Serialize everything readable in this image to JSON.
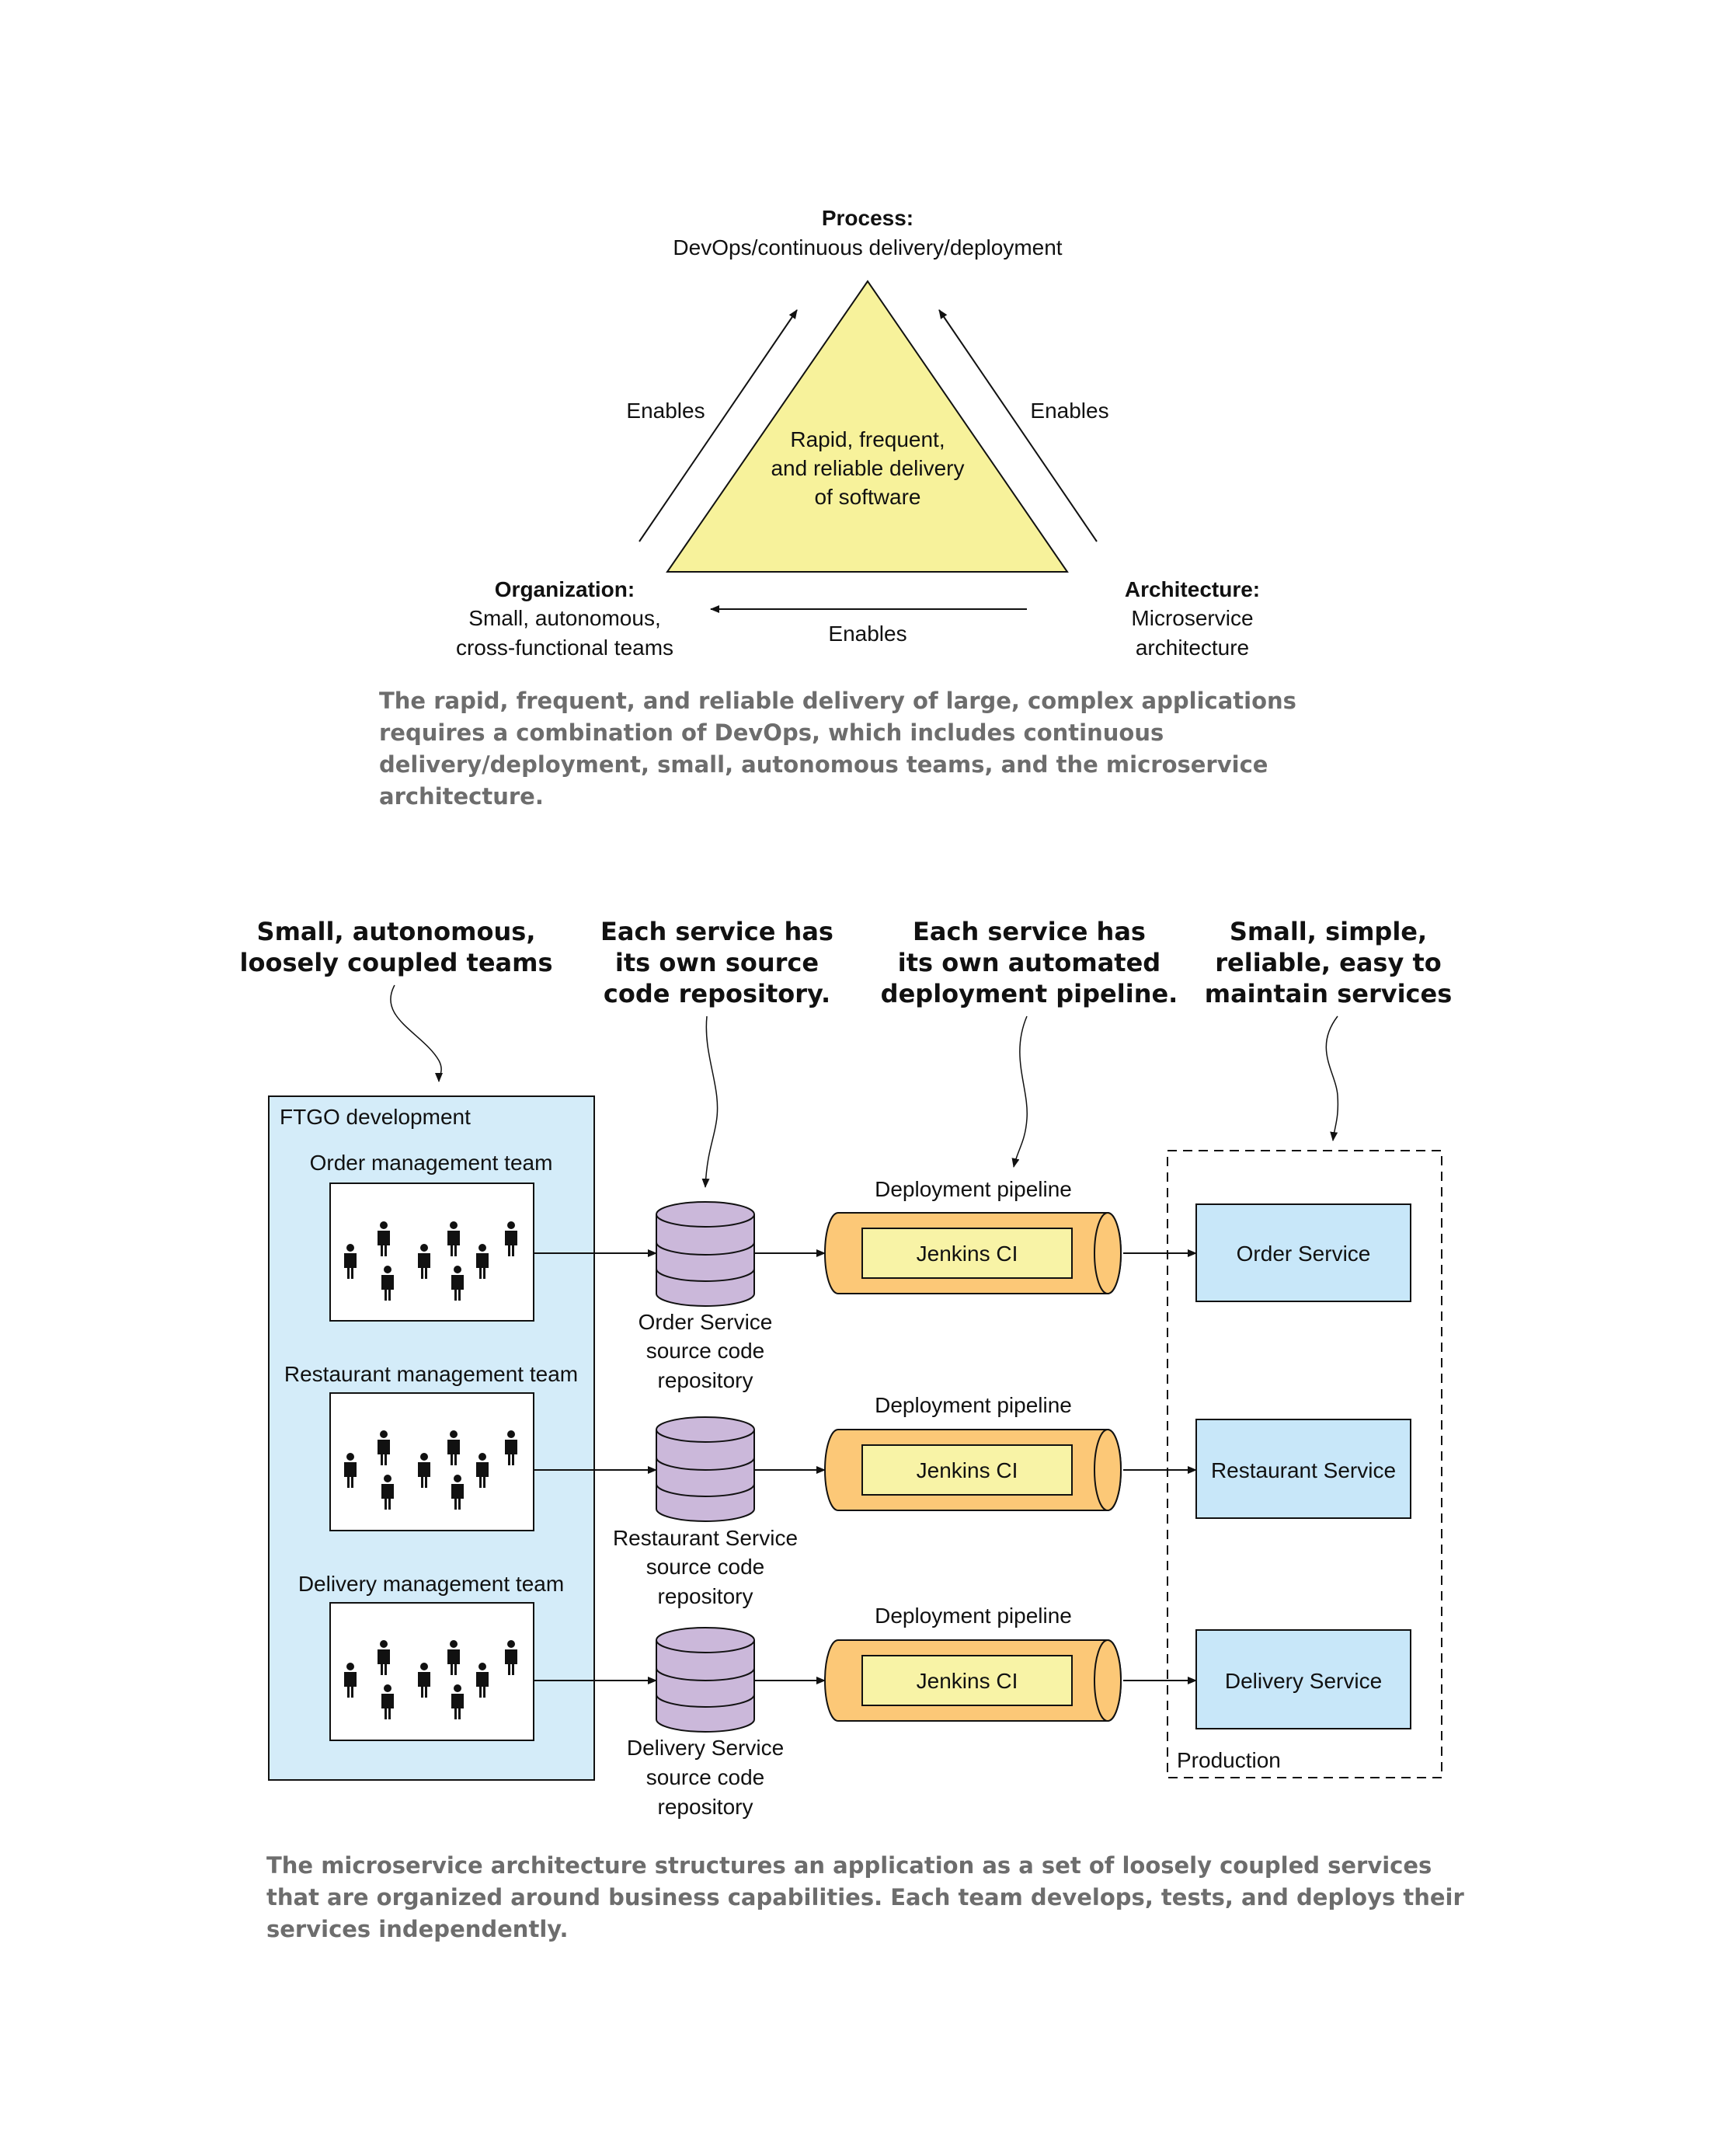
{
  "triangle": {
    "process_title": "Process:",
    "process_desc": "DevOps/continuous delivery/deployment",
    "center_text": [
      "Rapid, frequent,",
      "and reliable delivery",
      "of software"
    ],
    "enables_label": "Enables",
    "organization_title": "Organization:",
    "organization_desc": [
      "Small, autonomous,",
      "cross-functional teams"
    ],
    "architecture_title": "Architecture:",
    "architecture_desc": [
      "Microservice",
      "architecture"
    ],
    "fill_color": "#f7f29b"
  },
  "caption1": "The rapid, frequent, and reliable delivery of large, complex applications requires a combination of DevOps, which includes continuous delivery/deployment, small, autonomous teams, and the microservice architecture.",
  "annotations": {
    "teams": [
      "Small, autonomous,",
      "loosely coupled teams"
    ],
    "repo": [
      "Each service has",
      "its own source",
      "code repository."
    ],
    "pipeline": [
      "Each service has",
      "its own automated",
      "deployment pipeline."
    ],
    "services": [
      "Small, simple,",
      "reliable, easy to",
      "maintain services"
    ]
  },
  "ftgo": {
    "title": "FTGO development",
    "fill_color": "#d4ecf9",
    "teams": [
      {
        "label": "Order management team"
      },
      {
        "label": "Restaurant management team"
      },
      {
        "label": "Delivery management team"
      }
    ]
  },
  "repositories": [
    {
      "label": [
        "Order Service",
        "source code",
        "repository"
      ]
    },
    {
      "label": [
        "Restaurant Service",
        "source code",
        "repository"
      ]
    },
    {
      "label": [
        "Delivery Service",
        "source code",
        "repository"
      ]
    }
  ],
  "repository_color": "#cbb8da",
  "pipelines": [
    {
      "label": "Deployment pipeline",
      "tool": "Jenkins CI"
    },
    {
      "label": "Deployment pipeline",
      "tool": "Jenkins CI"
    },
    {
      "label": "Deployment pipeline",
      "tool": "Jenkins CI"
    }
  ],
  "pipeline_color": "#fcc877",
  "tool_color": "#f8f3a6",
  "services": [
    {
      "label": "Order Service"
    },
    {
      "label": "Restaurant Service"
    },
    {
      "label": "Delivery Service"
    }
  ],
  "service_color": "#c8e7f9",
  "production_label": "Production",
  "caption2": "The microservice architecture structures an application as a set of loosely coupled services that are organized around business capabilities. Each team develops, tests, and deploys their services independently."
}
